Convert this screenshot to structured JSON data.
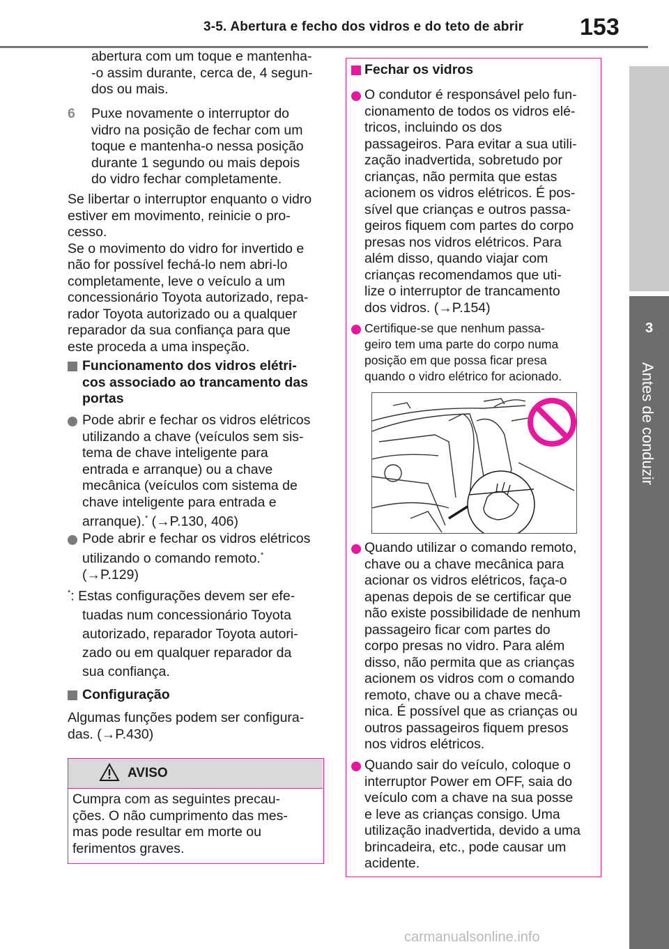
{
  "header": {
    "section_title": "3-5. Abertura e fecho dos vidros e do teto de abrir",
    "page_number": "153"
  },
  "side_tab": {
    "chapter_number": "3",
    "chapter_label": "Antes de conduzir"
  },
  "left": {
    "cont_lines": [
      "abertura com um toque e mantenha-",
      "-o assim durante, cerca de, 4 segun-",
      "dos ou mais."
    ],
    "step6_number": "6",
    "step6_lines": [
      "Puxe novamente o interruptor do",
      "vidro na posição de fechar com um",
      "toque e mantenha-o nessa posição",
      "durante 1 segundo ou mais depois",
      "do vidro fechar completamente."
    ],
    "para_lines": [
      "Se libertar o interruptor enquanto o vidro",
      "estiver em movimento, reinicie o pro-",
      "cesso.",
      "Se o movimento do vidro for invertido e",
      "não for possível fechá-lo nem abri-lo",
      "completamente, leve o veículo a um",
      "concessionário Toyota autorizado, repa-",
      "rador Toyota autorizado ou a qualquer",
      "reparador da sua confiança para que",
      "este proceda a uma inspeção."
    ],
    "sec1_title_lines": [
      "Funcionamento dos vidros elétri-",
      "cos associado ao trancamento das",
      "portas"
    ],
    "bullet1_lines": [
      "Pode abrir e fechar os vidros elétricos",
      "utilizando a chave (veículos sem sis-",
      "tema de chave inteligente para",
      "entrada e arranque) ou a chave",
      "mecânica (veículos com sistema de",
      "chave inteligente para entrada e"
    ],
    "bullet1_last": "arranque).",
    "bullet1_ref": "(→P.130, 406)",
    "bullet2_lines": [
      "Pode abrir e fechar os vidros elétricos"
    ],
    "bullet2_line2": "utilizando o comando remoto.",
    "bullet2_ref": "(→P.129)",
    "asterisk": "*",
    "footnote_lines": [
      ": Estas configurações devem ser efe-",
      "tuadas num concessionário Toyota",
      "autorizado, reparador Toyota autori-",
      "zado ou em qualquer reparador da",
      "sua confiança."
    ],
    "sec2_title": "Configuração",
    "sec2_lines": [
      "Algumas funções podem ser configura-",
      "das. (→P.430)"
    ],
    "aviso_title": "AVISO",
    "aviso_lines": [
      "Cumpra com as seguintes precau-",
      "ções. O não cumprimento das mes-",
      "mas pode resultar em morte ou",
      "ferimentos graves."
    ]
  },
  "right": {
    "title": "Fechar os vidros",
    "b1_lines": [
      "O condutor é responsável pelo fun-",
      "cionamento de todos os vidros elé-",
      "tricos, incluindo os dos",
      "passageiros. Para evitar a sua utili-",
      "zação inadvertida, sobretudo por",
      "crianças, não permita que estas",
      "acionem os vidros elétricos. É pos-",
      "sível que crianças e outros passa-",
      "geiros fiquem com partes do corpo",
      "presas nos vidros elétricos. Para",
      "além disso, quando viajar com",
      "crianças recomendamos que uti-",
      "lize o interruptor de trancamento",
      "dos vidros. (→P.154)"
    ],
    "b2_lines": [
      "Certifique-se que nenhum passa-",
      "geiro tem uma parte do corpo numa",
      "posição em que possa ficar presa",
      "quando o vidro elétrico for acionado."
    ],
    "b3_lines": [
      "Quando utilizar o comando remoto,",
      "chave ou a chave mecânica para",
      "acionar os vidros elétricos, faça-o",
      "apenas depois de se certificar que",
      "não existe possibilidade de nenhum",
      "passageiro ficar com partes do",
      "corpo presas no vidro. Para além",
      "disso, não permita que as crianças",
      "acionem os vidros com o comando",
      "remoto, chave ou a chave mecâ-",
      "nica. É possível que as crianças ou",
      "outros passageiros fiquem presos",
      "nos vidros elétricos."
    ],
    "b4_lines": [
      "Quando sair do veículo, coloque o",
      "interruptor Power em OFF, saia do",
      "veículo com a chave na sua posse",
      "e leve as crianças consigo. Uma",
      "utilização inadvertida, devido a uma",
      "brincadeira, etc., pode causar um",
      "acidente."
    ]
  },
  "footer": {
    "watermark": "carmanualsonline.info"
  },
  "colors": {
    "accent": "#e6199e",
    "tab_dark": "#6d6d6d",
    "tab_light": "#c9c9c9"
  }
}
